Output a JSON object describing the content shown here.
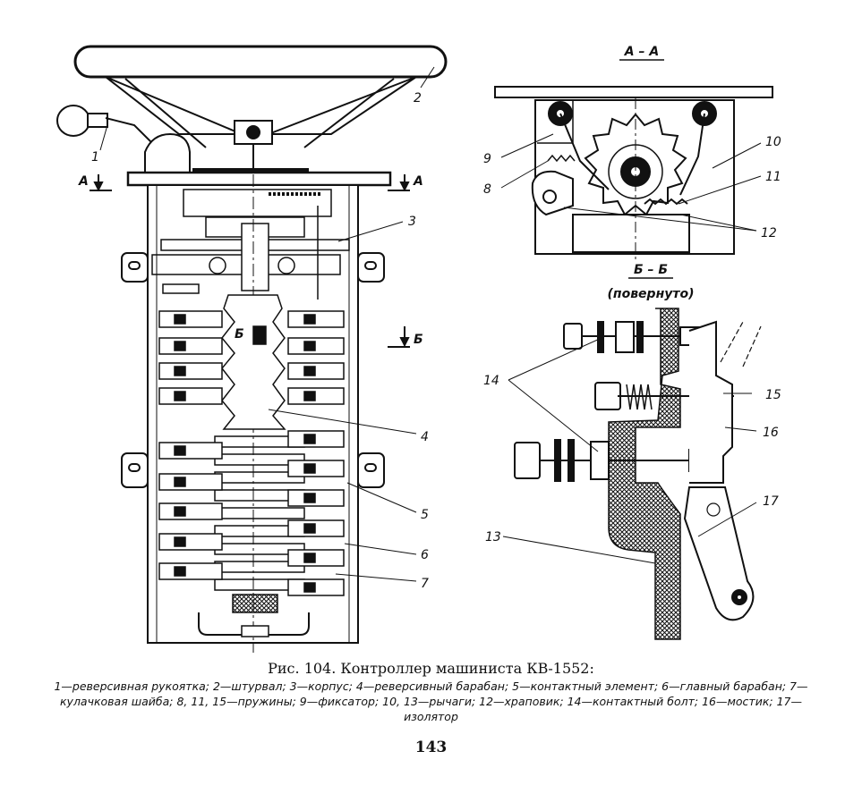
{
  "labels": {
    "l1": "1",
    "l2": "2",
    "l3": "3",
    "l4": "4",
    "l5": "5",
    "l6": "6",
    "l7": "7",
    "l8": "8",
    "l9": "9",
    "l10": "10",
    "l11": "11",
    "l12": "12",
    "l13": "13",
    "l14": "14",
    "l15": "15",
    "l16": "16",
    "l17": "17",
    "secA_left": "A",
    "secA_right": "A",
    "secB_right": "Б",
    "secB_inner": "Б"
  },
  "sections": {
    "aa_title": "А – А",
    "bb_title": "Б – Б",
    "bb_note": "(повернуто)"
  },
  "caption": {
    "title": "Рис. 104. Контроллер машиниста КВ-1552:",
    "legend": "1—реверсивная рукоятка; 2—штурвал; 3—корпус; 4—реверсивный барабан; 5—контактный элемент; 6—главный барабан; 7—кулачковая шайба; 8, 11, 15—пружины; 9—фиксатор; 10, 13—рычаги; 12—храповик; 14—контактный болт; 16—мостик; 17—изолятор"
  },
  "page_number": "143"
}
